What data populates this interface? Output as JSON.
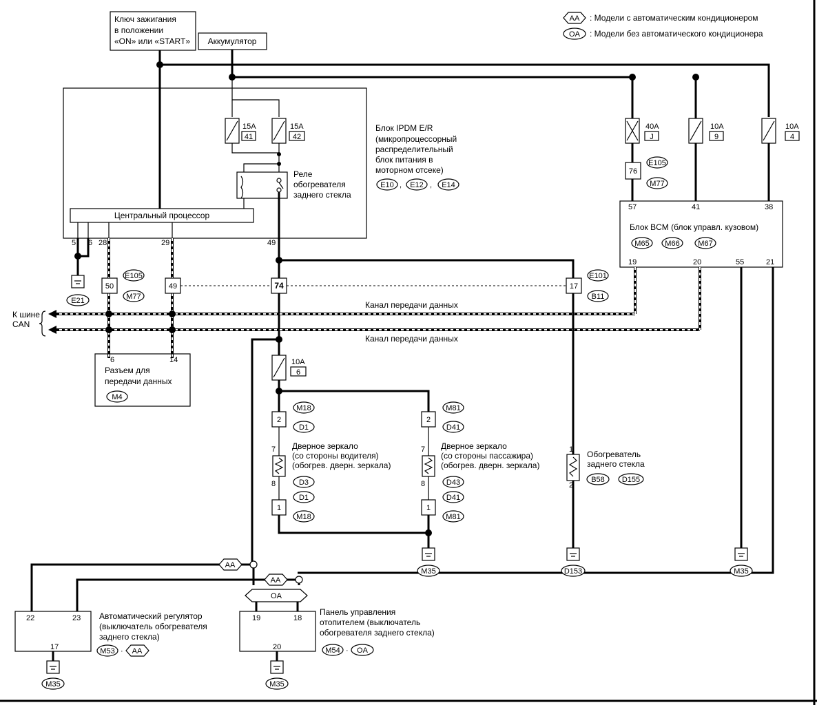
{
  "legend": {
    "aa_code": "AA",
    "aa_text": ": Модели с автоматическим кондиционером",
    "oa_code": "OA",
    "oa_text": ": Модели без автоматического кондиционера"
  },
  "sources": {
    "ignition_line1": "Ключ зажигания",
    "ignition_line2": "в положении",
    "ignition_line3": "«ON» или «START»",
    "battery": "Аккумулятор"
  },
  "ipdm": {
    "title_line1": "Блок IPDM E/R",
    "title_line2": "(микропроцессорный",
    "title_line3": "распределительный",
    "title_line4": "блок питания в",
    "title_line5": "моторном отсеке)",
    "connectors": [
      "E10",
      "E12",
      "E14"
    ],
    "cpu": "Центральный процессор",
    "fuse1_amp": "15A",
    "fuse1_num": "41",
    "fuse2_amp": "15A",
    "fuse2_num": "42",
    "relay_line1": "Реле",
    "relay_line2": "обогревателя",
    "relay_line3": "заднего стекла",
    "pins": [
      "5",
      "6",
      "28",
      "29",
      "49"
    ]
  },
  "bcm": {
    "title": "Блок BCM (блок управл. кузовом)",
    "connectors": [
      "M65",
      "M66",
      "M67"
    ],
    "pins_top": [
      "57",
      "41",
      "38"
    ],
    "pins_bottom": [
      "19",
      "20",
      "55",
      "21"
    ],
    "fuse_a_amp": "40A",
    "fuse_a_num": "J",
    "fuse_b_amp": "10A",
    "fuse_b_num": "9",
    "fuse_c_amp": "10A",
    "fuse_c_num": "4",
    "conn_pin": "76",
    "conn_labels": [
      "E105",
      "M77"
    ]
  },
  "junctions": {
    "ground_e21": "E21",
    "j50": "50",
    "j49": "49",
    "j74": "74",
    "j17": "17",
    "j_labels_left": [
      "E105",
      "M77"
    ],
    "j_labels_right": [
      "E101",
      "B11"
    ]
  },
  "can": {
    "bus_line1": "К шине",
    "bus_line2": "CAN",
    "channel1": "Канал передачи данных",
    "channel2": "Канал передачи данных"
  },
  "data_connector": {
    "pin_a": "6",
    "pin_b": "14",
    "line1": "Разъем для",
    "line2": "передачи данных",
    "code": "M4"
  },
  "mirror_fuse": {
    "amp": "10A",
    "num": "6"
  },
  "mirror_driver": {
    "line1": "Дверное зеркало",
    "line2": "(со стороны водителя)",
    "line3": "(обогрев. дверн. зеркала)",
    "pin_top": "2",
    "pin_7": "7",
    "pin_8": "8",
    "pin_bot": "1",
    "c_top1": "M18",
    "c_top2": "D1",
    "c_mid1": "D3",
    "c_mid2": "D1",
    "c_bot": "M18"
  },
  "mirror_passenger": {
    "line1": "Дверное зеркало",
    "line2": "(со стороны пассажира)",
    "line3": "(обогрев. дверн. зеркала)",
    "pin_top": "2",
    "pin_7": "7",
    "pin_8": "8",
    "pin_bot": "1",
    "c_top1": "M81",
    "c_top2": "D41",
    "c_mid1": "D43",
    "c_mid2": "D41",
    "c_bot": "M81"
  },
  "rear_heater": {
    "line1": "Обогреватель",
    "line2": "заднего стекла",
    "pin1": "1",
    "pin2": "2",
    "codes": [
      "B58",
      "D155"
    ]
  },
  "grounds": {
    "g_m35_mirror": "M35",
    "g_d153": "D153",
    "g_m35_bcm": "M35",
    "g_m35_auto": "M35",
    "g_m35_panel": "M35"
  },
  "auto_reg": {
    "line1": "Автоматический регулятор",
    "line2": "(выключатель обогревателя",
    "line3": "заднего стекла)",
    "pin22": "22",
    "pin23": "23",
    "pin17": "17",
    "code": "M53",
    "variant": "AA"
  },
  "heater_panel": {
    "line1": "Панель управления",
    "line2": "отопителем (выключатель",
    "line3": "обогревателя заднего стекла)",
    "pin19": "19",
    "pin18": "18",
    "pin20": "20",
    "code": "M54",
    "variant": "OA"
  },
  "variant_tags": {
    "aa1": "AA",
    "aa2": "AA",
    "oa": "OA"
  }
}
